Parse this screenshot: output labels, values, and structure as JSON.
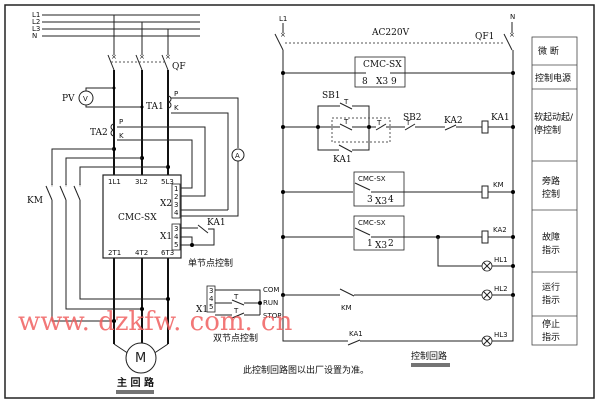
{
  "main_circuit": {
    "bus_labels": [
      "L1",
      "L2",
      "L3",
      "N"
    ],
    "breaker": "QF",
    "voltmeter_label": "PV",
    "voltmeter_symbol": "V",
    "ammeter_symbol": "A",
    "ct1_label": "TA1",
    "ct2_label": "TA2",
    "ct_terminal_p": "P",
    "ct_terminal_k": "K",
    "contactor_label": "KM",
    "softstarter": {
      "name": "CMC-SX",
      "inputs": [
        "1L1",
        "3L2",
        "5L3"
      ],
      "outputs": [
        "2T1",
        "4T2",
        "6T3"
      ],
      "x2_label": "X2",
      "x2_pins": [
        "1",
        "2",
        "3",
        "4"
      ],
      "x1_label": "X1",
      "x1_pins": [
        "3",
        "4",
        "5"
      ]
    },
    "relay_label": "KA1",
    "single_contact_caption": "单节点控制",
    "motor_symbol": "M",
    "title": "主 回 路"
  },
  "dual_contact": {
    "x1_label": "X1",
    "pins": [
      "3",
      "4",
      "5"
    ],
    "com": "COM",
    "run": "RUN",
    "stop": "STOP",
    "caption": "双节点控制"
  },
  "control_circuit": {
    "line_label": "L1",
    "neutral_label": "N",
    "voltage": "AC220V",
    "breaker": "QF1",
    "row1": {
      "device": "CMC-SX",
      "pin_a": "8",
      "connector": "X3",
      "pin_b": "9"
    },
    "row2": {
      "sb1": "SB1",
      "ka1_hold": "KA1",
      "sb2": "SB2",
      "ka2": "KA2",
      "coil": "KA1"
    },
    "row3": {
      "device": "CMC-SX",
      "pin_a": "3",
      "connector": "X3",
      "pin_b": "4",
      "coil": "KM"
    },
    "row4": {
      "device": "CMC-SX",
      "pin_a": "1",
      "connector": "X3",
      "pin_b": "2",
      "coil": "KA2",
      "lamp": "HL1"
    },
    "row5": {
      "contact": "KM",
      "lamp": "HL2"
    },
    "row6": {
      "contact": "KA1",
      "lamp": "HL3"
    },
    "title": "控制回路",
    "note": "此控制回路图以出厂设置为准。"
  },
  "legend_table": [
    {
      "label": "微 断"
    },
    {
      "label": "控制电源"
    },
    {
      "label": "软起动起/停控制"
    },
    {
      "label": "旁路控制"
    },
    {
      "label": "故障指示"
    },
    {
      "label": "运行指示"
    },
    {
      "label": "停止指示"
    }
  ],
  "watermark": "www. dzkfw. com. cn"
}
